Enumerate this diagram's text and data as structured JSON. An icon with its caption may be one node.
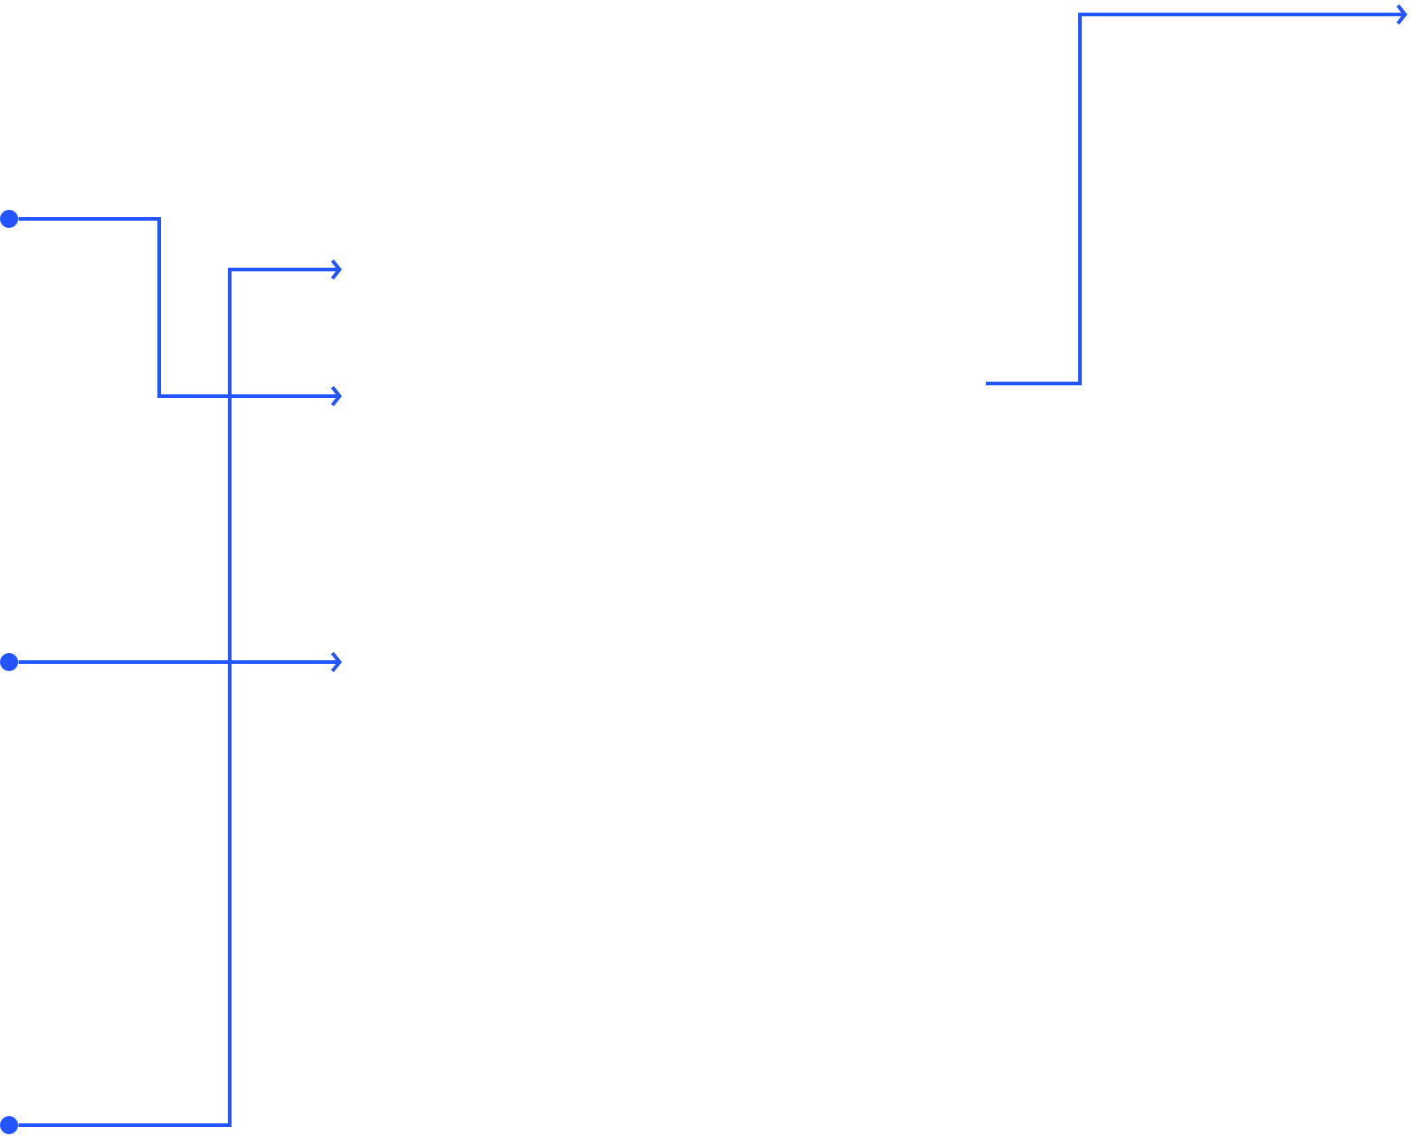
{
  "diagram": {
    "nodes": [
      {
        "text": [],
        "shape": "circle"
      },
      {
        "text": [],
        "shape": "circle"
      },
      {
        "text": [],
        "shape": "circle"
      }
    ],
    "edges": [
      {
        "from": 0,
        "to": null,
        "arrow": "to"
      },
      {
        "from": 1,
        "to": null,
        "arrow": "to"
      },
      {
        "from": 2,
        "to": null,
        "arrow": "to"
      }
    ]
  }
}
